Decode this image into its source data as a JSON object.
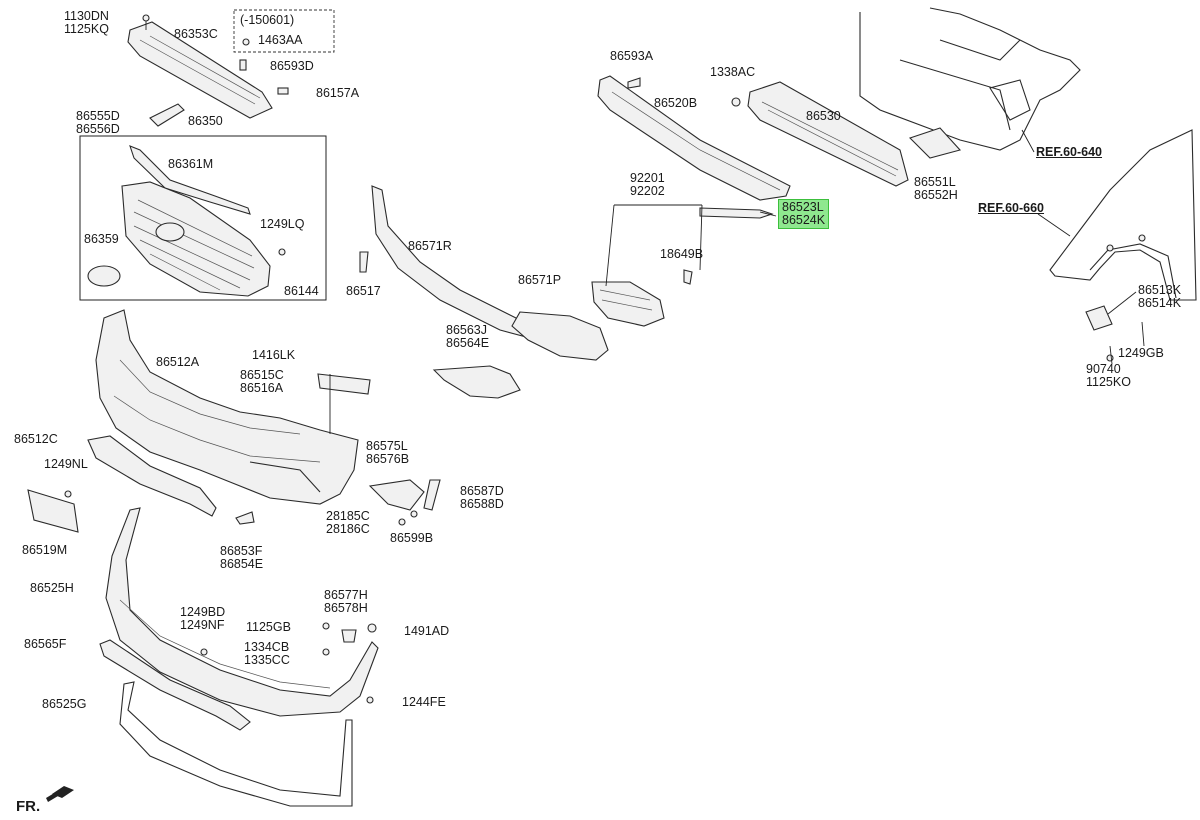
{
  "labels": {
    "l1130": [
      "1130DN",
      "1125KQ"
    ],
    "l150601": "(-150601)",
    "l1463": "1463AA",
    "l86353c": "86353C",
    "l86593d": "86593D",
    "l86157a": "86157A",
    "l86555": [
      "86555D",
      "86556D"
    ],
    "l86350": "86350",
    "l86361m": "86361M",
    "l1249lq": "1249LQ",
    "l86359": "86359",
    "l86144": "86144",
    "l86593a": "86593A",
    "l1338ac": "1338AC",
    "l86520b": "86520B",
    "l86530": "86530",
    "l86551": [
      "86551L",
      "86552H"
    ],
    "l92201": [
      "92201",
      "92202"
    ],
    "l86523": [
      "86523L",
      "86524K"
    ],
    "l18649b": "18649B",
    "l86571r": "86571R",
    "l86517": "86517",
    "l86571p": "86571P",
    "l86563": [
      "86563J",
      "86564E"
    ],
    "l86512a": "86512A",
    "l1416lk": "1416LK",
    "l86515": [
      "86515C",
      "86516A"
    ],
    "l86512c": "86512C",
    "l1249nl": "1249NL",
    "l86519m": "86519M",
    "l86575": [
      "86575L",
      "86576B"
    ],
    "l86587": [
      "86587D",
      "86588D"
    ],
    "l28185": [
      "28185C",
      "28186C"
    ],
    "l86599b": "86599B",
    "l86853": [
      "86853F",
      "86854E"
    ],
    "l86525h": "86525H",
    "l1249bd": [
      "1249BD",
      "1249NF"
    ],
    "l86577": [
      "86577H",
      "86578H"
    ],
    "l1125gb": "1125GB",
    "l1491ad": "1491AD",
    "l1334": [
      "1334CB",
      "1335CC"
    ],
    "l86565f": "86565F",
    "l1244fe": "1244FE",
    "l86525g": "86525G",
    "l86513": [
      "86513K",
      "86514K"
    ],
    "l1249gb": "1249GB",
    "l90740": [
      "90740",
      "1125KO"
    ],
    "ref640": "REF.60-640",
    "ref660": "REF.60-660",
    "fr": "FR."
  },
  "highlight": {
    "part": "86523L",
    "color": "#8fe88f"
  },
  "arrow_icon": "front-direction-arrow-icon"
}
